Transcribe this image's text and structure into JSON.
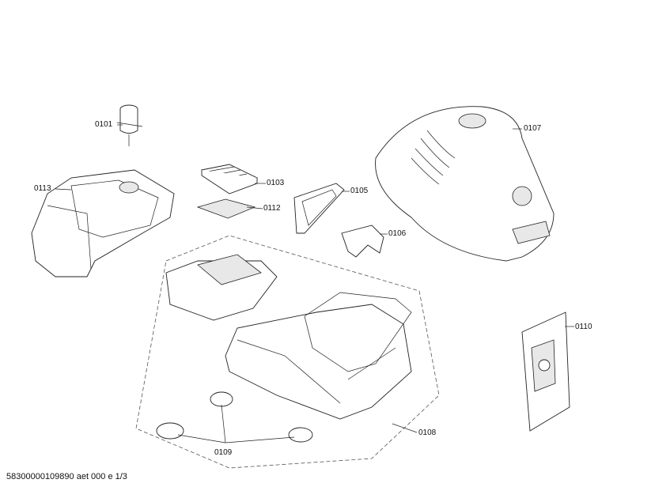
{
  "parts": [
    {
      "id": "0101",
      "label": "0101"
    },
    {
      "id": "0103",
      "label": "0103"
    },
    {
      "id": "0105",
      "label": "0105"
    },
    {
      "id": "0106",
      "label": "0106"
    },
    {
      "id": "0107",
      "label": "0107"
    },
    {
      "id": "0108",
      "label": "0108"
    },
    {
      "id": "0109",
      "label": "0109"
    },
    {
      "id": "0110",
      "label": "0110"
    },
    {
      "id": "0112",
      "label": "0112"
    },
    {
      "id": "0113",
      "label": "0113"
    }
  ],
  "footer": "58300000109890 aet 000 e 1/3"
}
